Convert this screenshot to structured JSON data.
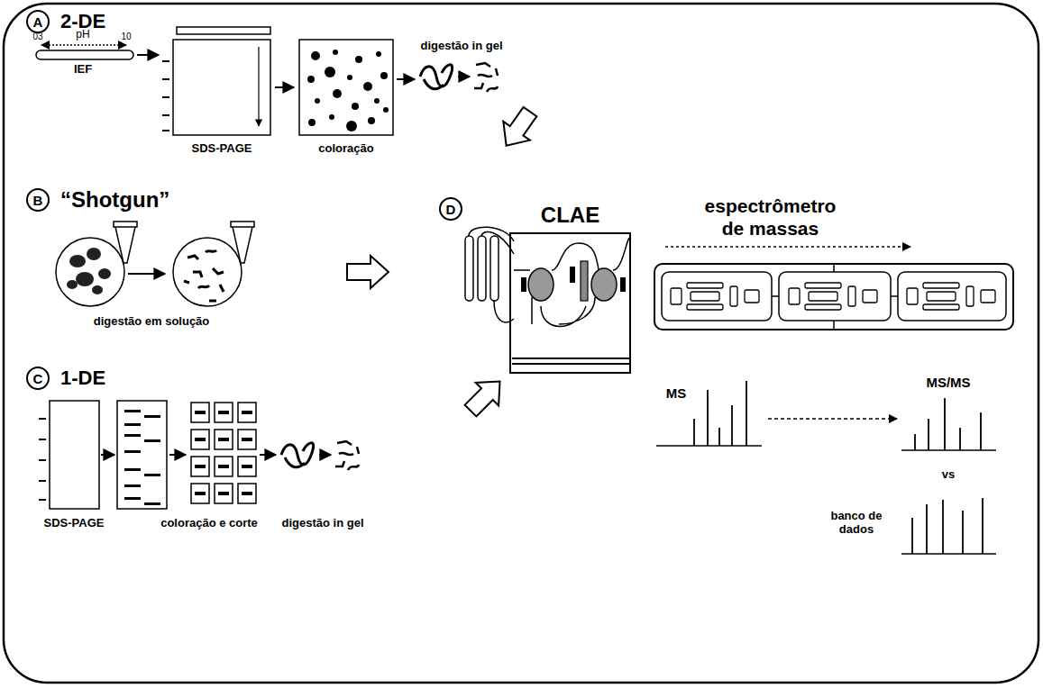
{
  "diagram": {
    "nodes": [
      {
        "text": [
          "A",
          "2-DE"
        ]
      },
      {
        "text": [
          "B",
          "“Shotgun”"
        ]
      },
      {
        "text": [
          "C",
          "1-DE"
        ]
      },
      {
        "text": [
          "D"
        ]
      },
      {
        "text": [
          "CLAE"
        ]
      },
      {
        "text": [
          "espectrômetro de massas"
        ]
      }
    ],
    "labels": [
      "pH",
      "03",
      "10",
      "IEF",
      "SDS-PAGE",
      "coloração",
      "digestão in gel",
      "digestão em solução",
      "SDS-PAGE",
      "coloração e corte",
      "digestão in gel",
      "MS",
      "MS/MS",
      "vs",
      "banco de dados"
    ]
  }
}
